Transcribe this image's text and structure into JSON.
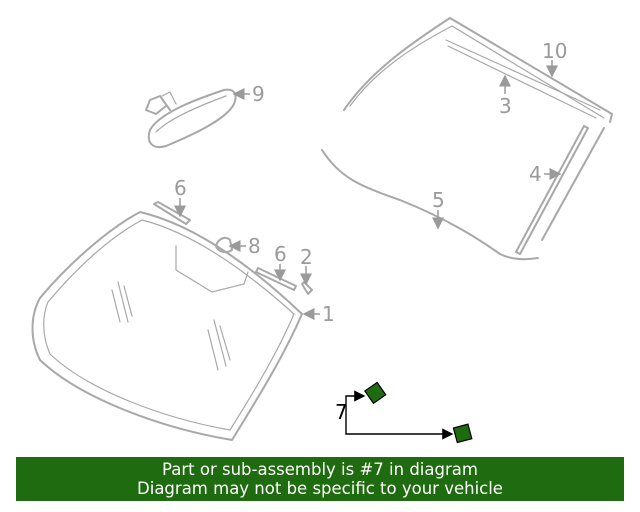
{
  "callouts": {
    "c1": "1",
    "c2": "2",
    "c3": "3",
    "c4": "4",
    "c5": "5",
    "c6a": "6",
    "c6b": "6",
    "c7": "7",
    "c8": "8",
    "c9": "9",
    "c10": "10"
  },
  "highlight_color": "#1f6b0f",
  "banner": {
    "line1": "Part or sub-assembly is #7 in diagram",
    "line2": "Diagram may not be specific to your vehicle"
  }
}
